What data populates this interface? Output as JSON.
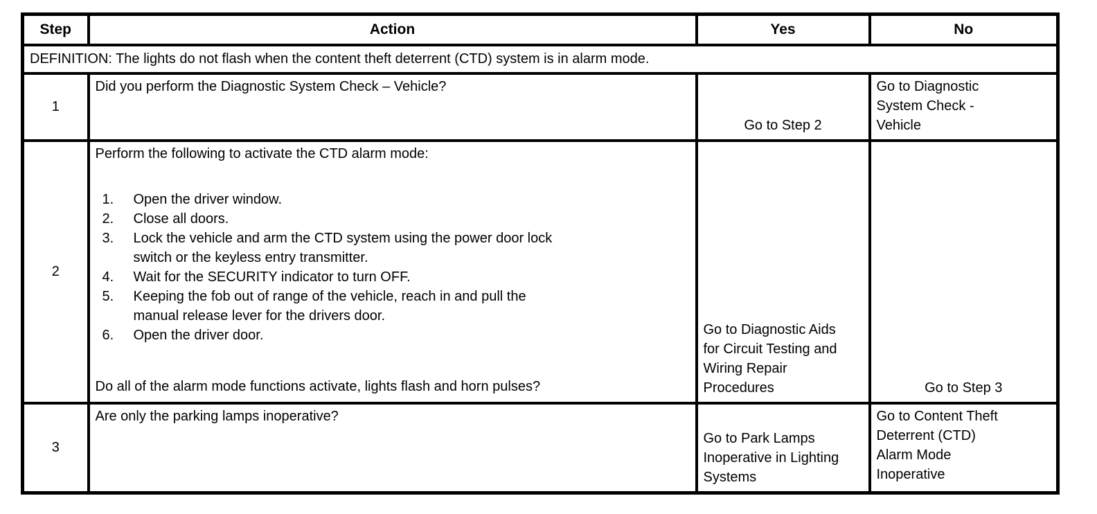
{
  "table": {
    "headers": {
      "step": "Step",
      "action": "Action",
      "yes": "Yes",
      "no": "No"
    },
    "definition": "DEFINITION: The lights do not flash when the content theft deterrent (CTD) system is in alarm mode.",
    "rows": [
      {
        "step": "1",
        "action": {
          "question": "Did you perform the Diagnostic System Check – Vehicle?"
        },
        "yes": "Go to Step 2",
        "no": "Go to Diagnostic\nSystem Check -\nVehicle"
      },
      {
        "step": "2",
        "action": {
          "intro": "Perform the following to activate the CTD alarm mode:",
          "list": [
            {
              "num": "1.",
              "text": "Open the driver window."
            },
            {
              "num": "2.",
              "text": "Close all doors."
            },
            {
              "num": "3.",
              "text": "Lock the vehicle and arm the CTD system using the power door lock\nswitch or the keyless entry transmitter."
            },
            {
              "num": "4.",
              "text": "Wait for the SECURITY indicator to turn OFF."
            },
            {
              "num": "5.",
              "text": "Keeping the fob out of range of the vehicle, reach in and pull the\nmanual release lever for the drivers door."
            },
            {
              "num": "6.",
              "text": "Open the driver door."
            }
          ],
          "question": "Do all of the alarm mode functions activate, lights flash and horn pulses?"
        },
        "yes": "Go to Diagnostic Aids\nfor Circuit Testing and\nWiring Repair\nProcedures",
        "no": "Go to Step 3"
      },
      {
        "step": "3",
        "action": {
          "question": "Are only the parking lamps inoperative?"
        },
        "yes": "Go to Park Lamps\nInoperative in Lighting\nSystems",
        "no": "Go to Content Theft\nDeterrent (CTD)\nAlarm Mode\nInoperative"
      }
    ],
    "colors": {
      "border": "#000000",
      "text": "#000000",
      "background": "#ffffff"
    }
  }
}
